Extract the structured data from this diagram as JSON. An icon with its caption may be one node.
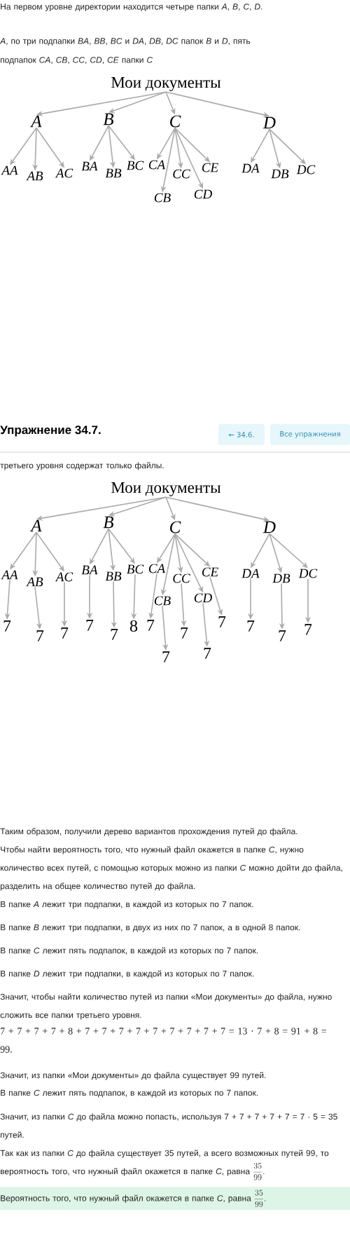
{
  "diagram": {
    "nodes": [
      {
        "text": [
          "Мои документы"
        ]
      },
      {
        "text": [
          "A"
        ]
      },
      {
        "text": [
          "B"
        ]
      },
      {
        "text": [
          "C"
        ]
      },
      {
        "text": [
          "D"
        ]
      },
      {
        "text": [
          "AA"
        ]
      },
      {
        "text": [
          "AB"
        ]
      },
      {
        "text": [
          "AC"
        ]
      },
      {
        "text": [
          "BA"
        ]
      },
      {
        "text": [
          "BB"
        ]
      },
      {
        "text": [
          "BC"
        ]
      },
      {
        "text": [
          "CA"
        ]
      },
      {
        "text": [
          "CB"
        ]
      },
      {
        "text": [
          "CC"
        ]
      },
      {
        "text": [
          "CD"
        ]
      },
      {
        "text": [
          "CE"
        ]
      },
      {
        "text": [
          "DA"
        ]
      },
      {
        "text": [
          "DB"
        ]
      },
      {
        "text": [
          "DC"
        ]
      },
      {
        "text": [
          "Мои документы"
        ]
      },
      {
        "text": [
          "A"
        ]
      },
      {
        "text": [
          "B"
        ]
      },
      {
        "text": [
          "C"
        ]
      },
      {
        "text": [
          "D"
        ]
      },
      {
        "text": [
          "AA"
        ]
      },
      {
        "text": [
          "AB"
        ]
      },
      {
        "text": [
          "AC"
        ]
      },
      {
        "text": [
          "BA"
        ]
      },
      {
        "text": [
          "BB"
        ]
      },
      {
        "text": [
          "BC"
        ]
      },
      {
        "text": [
          "CA"
        ]
      },
      {
        "text": [
          "CB"
        ]
      },
      {
        "text": [
          "CC"
        ]
      },
      {
        "text": [
          "CD"
        ]
      },
      {
        "text": [
          "CE"
        ]
      },
      {
        "text": [
          "DA"
        ]
      },
      {
        "text": [
          "DB"
        ]
      },
      {
        "text": [
          "DC"
        ]
      },
      {
        "text": [
          "7"
        ]
      },
      {
        "text": [
          "7"
        ]
      },
      {
        "text": [
          "7"
        ]
      },
      {
        "text": [
          "7"
        ]
      },
      {
        "text": [
          "7"
        ]
      },
      {
        "text": [
          "8"
        ]
      },
      {
        "text": [
          "7"
        ]
      },
      {
        "text": [
          "7"
        ]
      },
      {
        "text": [
          "7"
        ]
      },
      {
        "text": [
          "7"
        ]
      },
      {
        "text": [
          "7"
        ]
      },
      {
        "text": [
          "7"
        ]
      },
      {
        "text": [
          "7"
        ]
      },
      {
        "text": [
          "7"
        ]
      }
    ],
    "edges": [
      {
        "from": 0,
        "to": 1,
        "arrow": "to"
      },
      {
        "from": 0,
        "to": 2,
        "arrow": "to"
      },
      {
        "from": 0,
        "to": 3,
        "arrow": "to"
      },
      {
        "from": 0,
        "to": 4,
        "arrow": "to"
      },
      {
        "from": 1,
        "to": 5,
        "arrow": "to"
      },
      {
        "from": 1,
        "to": 6,
        "arrow": "to"
      },
      {
        "from": 1,
        "to": 7,
        "arrow": "to"
      },
      {
        "from": 2,
        "to": 8,
        "arrow": "to"
      },
      {
        "from": 2,
        "to": 9,
        "arrow": "to"
      },
      {
        "from": 2,
        "to": 10,
        "arrow": "to"
      },
      {
        "from": 3,
        "to": 11,
        "arrow": "to"
      },
      {
        "from": 3,
        "to": 12,
        "arrow": "to"
      },
      {
        "from": 3,
        "to": 13,
        "arrow": "to"
      },
      {
        "from": 3,
        "to": 14,
        "arrow": "to"
      },
      {
        "from": 3,
        "to": 15,
        "arrow": "to"
      },
      {
        "from": 4,
        "to": 16,
        "arrow": "to"
      },
      {
        "from": 4,
        "to": 17,
        "arrow": "to"
      },
      {
        "from": 4,
        "to": 18,
        "arrow": "to"
      },
      {
        "from": 19,
        "to": 20,
        "arrow": "to"
      },
      {
        "from": 19,
        "to": 21,
        "arrow": "to"
      },
      {
        "from": 19,
        "to": 22,
        "arrow": "to"
      },
      {
        "from": 19,
        "to": 23,
        "arrow": "to"
      },
      {
        "from": 20,
        "to": 24,
        "arrow": "to"
      },
      {
        "from": 20,
        "to": 25,
        "arrow": "to"
      },
      {
        "from": 20,
        "to": 26,
        "arrow": "to"
      },
      {
        "from": 21,
        "to": 27,
        "arrow": "to"
      },
      {
        "from": 21,
        "to": 28,
        "arrow": "to"
      },
      {
        "from": 21,
        "to": 29,
        "arrow": "to"
      },
      {
        "from": 22,
        "to": 30,
        "arrow": "to"
      },
      {
        "from": 22,
        "to": 31,
        "arrow": "to"
      },
      {
        "from": 22,
        "to": 32,
        "arrow": "to"
      },
      {
        "from": 22,
        "to": 33,
        "arrow": "to"
      },
      {
        "from": 22,
        "to": 34,
        "arrow": "to"
      },
      {
        "from": 23,
        "to": 35,
        "arrow": "to"
      },
      {
        "from": 23,
        "to": 36,
        "arrow": "to"
      },
      {
        "from": 23,
        "to": 37,
        "arrow": "to"
      },
      {
        "from": 24,
        "to": 38,
        "arrow": "to"
      },
      {
        "from": 25,
        "to": 39,
        "arrow": "to"
      },
      {
        "from": 26,
        "to": 40,
        "arrow": "to"
      },
      {
        "from": 27,
        "to": 41,
        "arrow": "to"
      },
      {
        "from": 28,
        "to": 42,
        "arrow": "to"
      },
      {
        "from": 29,
        "to": 43,
        "arrow": "to"
      },
      {
        "from": 30,
        "to": 44,
        "arrow": "to"
      },
      {
        "from": 31,
        "to": 45,
        "arrow": "to"
      },
      {
        "from": 32,
        "to": 46,
        "arrow": "to"
      },
      {
        "from": 33,
        "to": 47,
        "arrow": "to"
      },
      {
        "from": 34,
        "to": 48,
        "arrow": "to"
      },
      {
        "from": 35,
        "to": 49,
        "arrow": "to"
      },
      {
        "from": 36,
        "to": 50,
        "arrow": "to"
      },
      {
        "from": 37,
        "to": 51,
        "arrow": "to"
      }
    ],
    "labels": [
      "На первом уровне директории находится четыре папки *A*, *B*, *C*, *D*.",
      "*A*, по три подпапки *BA*, *BB*, *BC* и *DA*, *DB*, *DC* папок *B* и *D*, пять",
      "подпапок *CA*, *CB*, *CC*, *CD*, *CE* папки *C*",
      "Упражнение 34.7.",
      "← 34.6.",
      "Все упражнения",
      "третьего уровня содержат только файлы.",
      "Таким образом, получили дерево вариантов прохождения путей до файла.",
      "Чтобы найти вероятность того, что нужный файл окажется в папке *C*, нужно количество всех путей, с помощью которых можно из папки *C* можно дойти до файла, разделить на общее количество путей до файла.",
      "В папке *A* лежит три подпапки, в каждой из которых по 7 папок.",
      "В папке *B* лежит три подпапки, в двух из них по 7 папок, а в одной 8 папок.",
      "В папке *C* лежит пять подпапок, в каждой из которых по 7 папок.",
      "В папке *D* лежит три подпапки, в каждой из которых по 7 папок.",
      "Значит, чтобы найти количество путей из папки «Мои документы» до файла, нужно сложить все папки третьего уровня.",
      "7 + 7 + 7 + 7 + 8 + 7 + 7 + 7 + 7 + 7 + 7 + 7 + 7 + 7 = 13 · 7 + 8 = 91 + 8 = 99.",
      "Значит, из папки «Мои документы» до файла существует 99 путей.",
      "В папке *C* лежит пять подпапок, в каждой из которых по 7 папок.",
      "Значит, из папки *C* до файла можно попасть, используя 7 + 7 + 7 + 7 + 7 = 7 · 5 = 35 путей.",
      "Так как из папки *C* до файла существует 35 путей, а всего возможных путей 99, то вероятность того, что нужный файл окажется в папке *C*, равна",
      "\\frac{35}{99}.",
      "Вероятность того, что нужный файл окажется в папке *C*, равна",
      "\\frac{35}{99}."
    ]
  }
}
